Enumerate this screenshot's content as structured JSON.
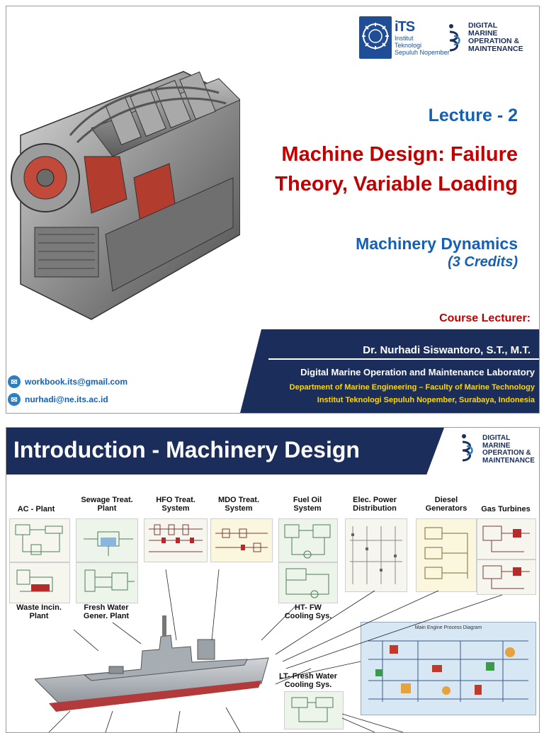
{
  "slide1": {
    "its": {
      "abbr": "iTS",
      "line1": "Institut",
      "line2": "Teknologi",
      "line3": "Sepuluh Nopember"
    },
    "dmom": {
      "line1": "DIGITAL",
      "line2": "MARINE",
      "line3": "OPERATION &",
      "line4": "MAINTENANCE"
    },
    "lecture": "Lecture - 2",
    "title_line1": "Machine Design: Failure",
    "title_line2": "Theory, Variable Loading",
    "course": "Machinery Dynamics",
    "credits": "(3 Credits)",
    "lecturer_label": "Course Lecturer:",
    "lecturer_name": "Dr. Nurhadi Siswantoro, S.T., M.T.",
    "lab": "Digital Marine Operation and Maintenance Laboratory",
    "department": "Department of Marine Engineering – Faculty of Marine Technology",
    "institute": "Institut Teknologi Sepuluh Nopember, Surabaya, Indonesia",
    "email1": "workbook.its@gmail.com",
    "email2": "nurhadi@ne.its.ac.id"
  },
  "slide2": {
    "title": "Introduction - Machinery Design",
    "dmom": {
      "line1": "DIGITAL",
      "line2": "MARINE",
      "line3": "OPERATION &",
      "line4": "MAINTENANCE"
    },
    "labels": {
      "ac_plant": "AC - Plant",
      "sewage": "Sewage Treat. Plant",
      "hfo": "HFO Treat. System",
      "mdo": "MDO Treat. System",
      "fuel_oil": "Fuel Oil System",
      "elec_power": "Elec. Power Distribution",
      "diesel": "Diesel Generators",
      "gas_turbines": "Gas Turbines",
      "waste_incin": "Waste Incin. Plant",
      "fresh_water": "Fresh Water Gener. Plant",
      "ht_fw": "HT- FW Cooling Sys.",
      "lt_fw": "LT- Fresh Water Cooling Sys.",
      "main_engine": "Main Engine Process Diagram"
    }
  },
  "colors": {
    "navy": "#1b2d5b",
    "red": "#c00000",
    "blue": "#1560b4",
    "gold": "#ffd700"
  }
}
